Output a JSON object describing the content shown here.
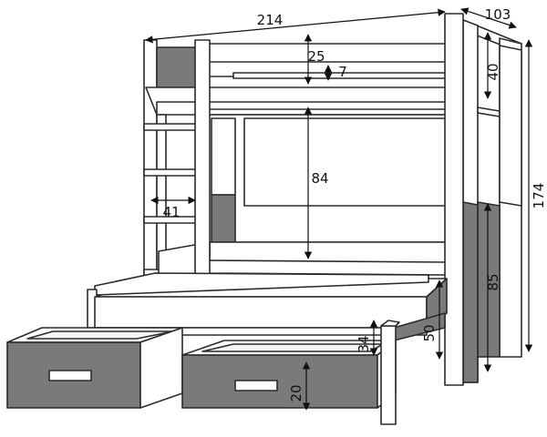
{
  "dimensions": {
    "total_width": "214",
    "total_depth": "103",
    "total_height": "174",
    "top_guard_height": "25",
    "top_gap": "7",
    "side_guard_height": "40",
    "bunk_clearance": "84",
    "ladder_width": "41",
    "lower_rail_height": "85",
    "trundle_height": "50",
    "trundle_guard_height": "34",
    "drawer_height": "20"
  },
  "colors": {
    "frame_fill": "#ffffff",
    "outline": "#2b2b2b",
    "panel_gray": "#7a7a7a",
    "arrow": "#111111"
  }
}
